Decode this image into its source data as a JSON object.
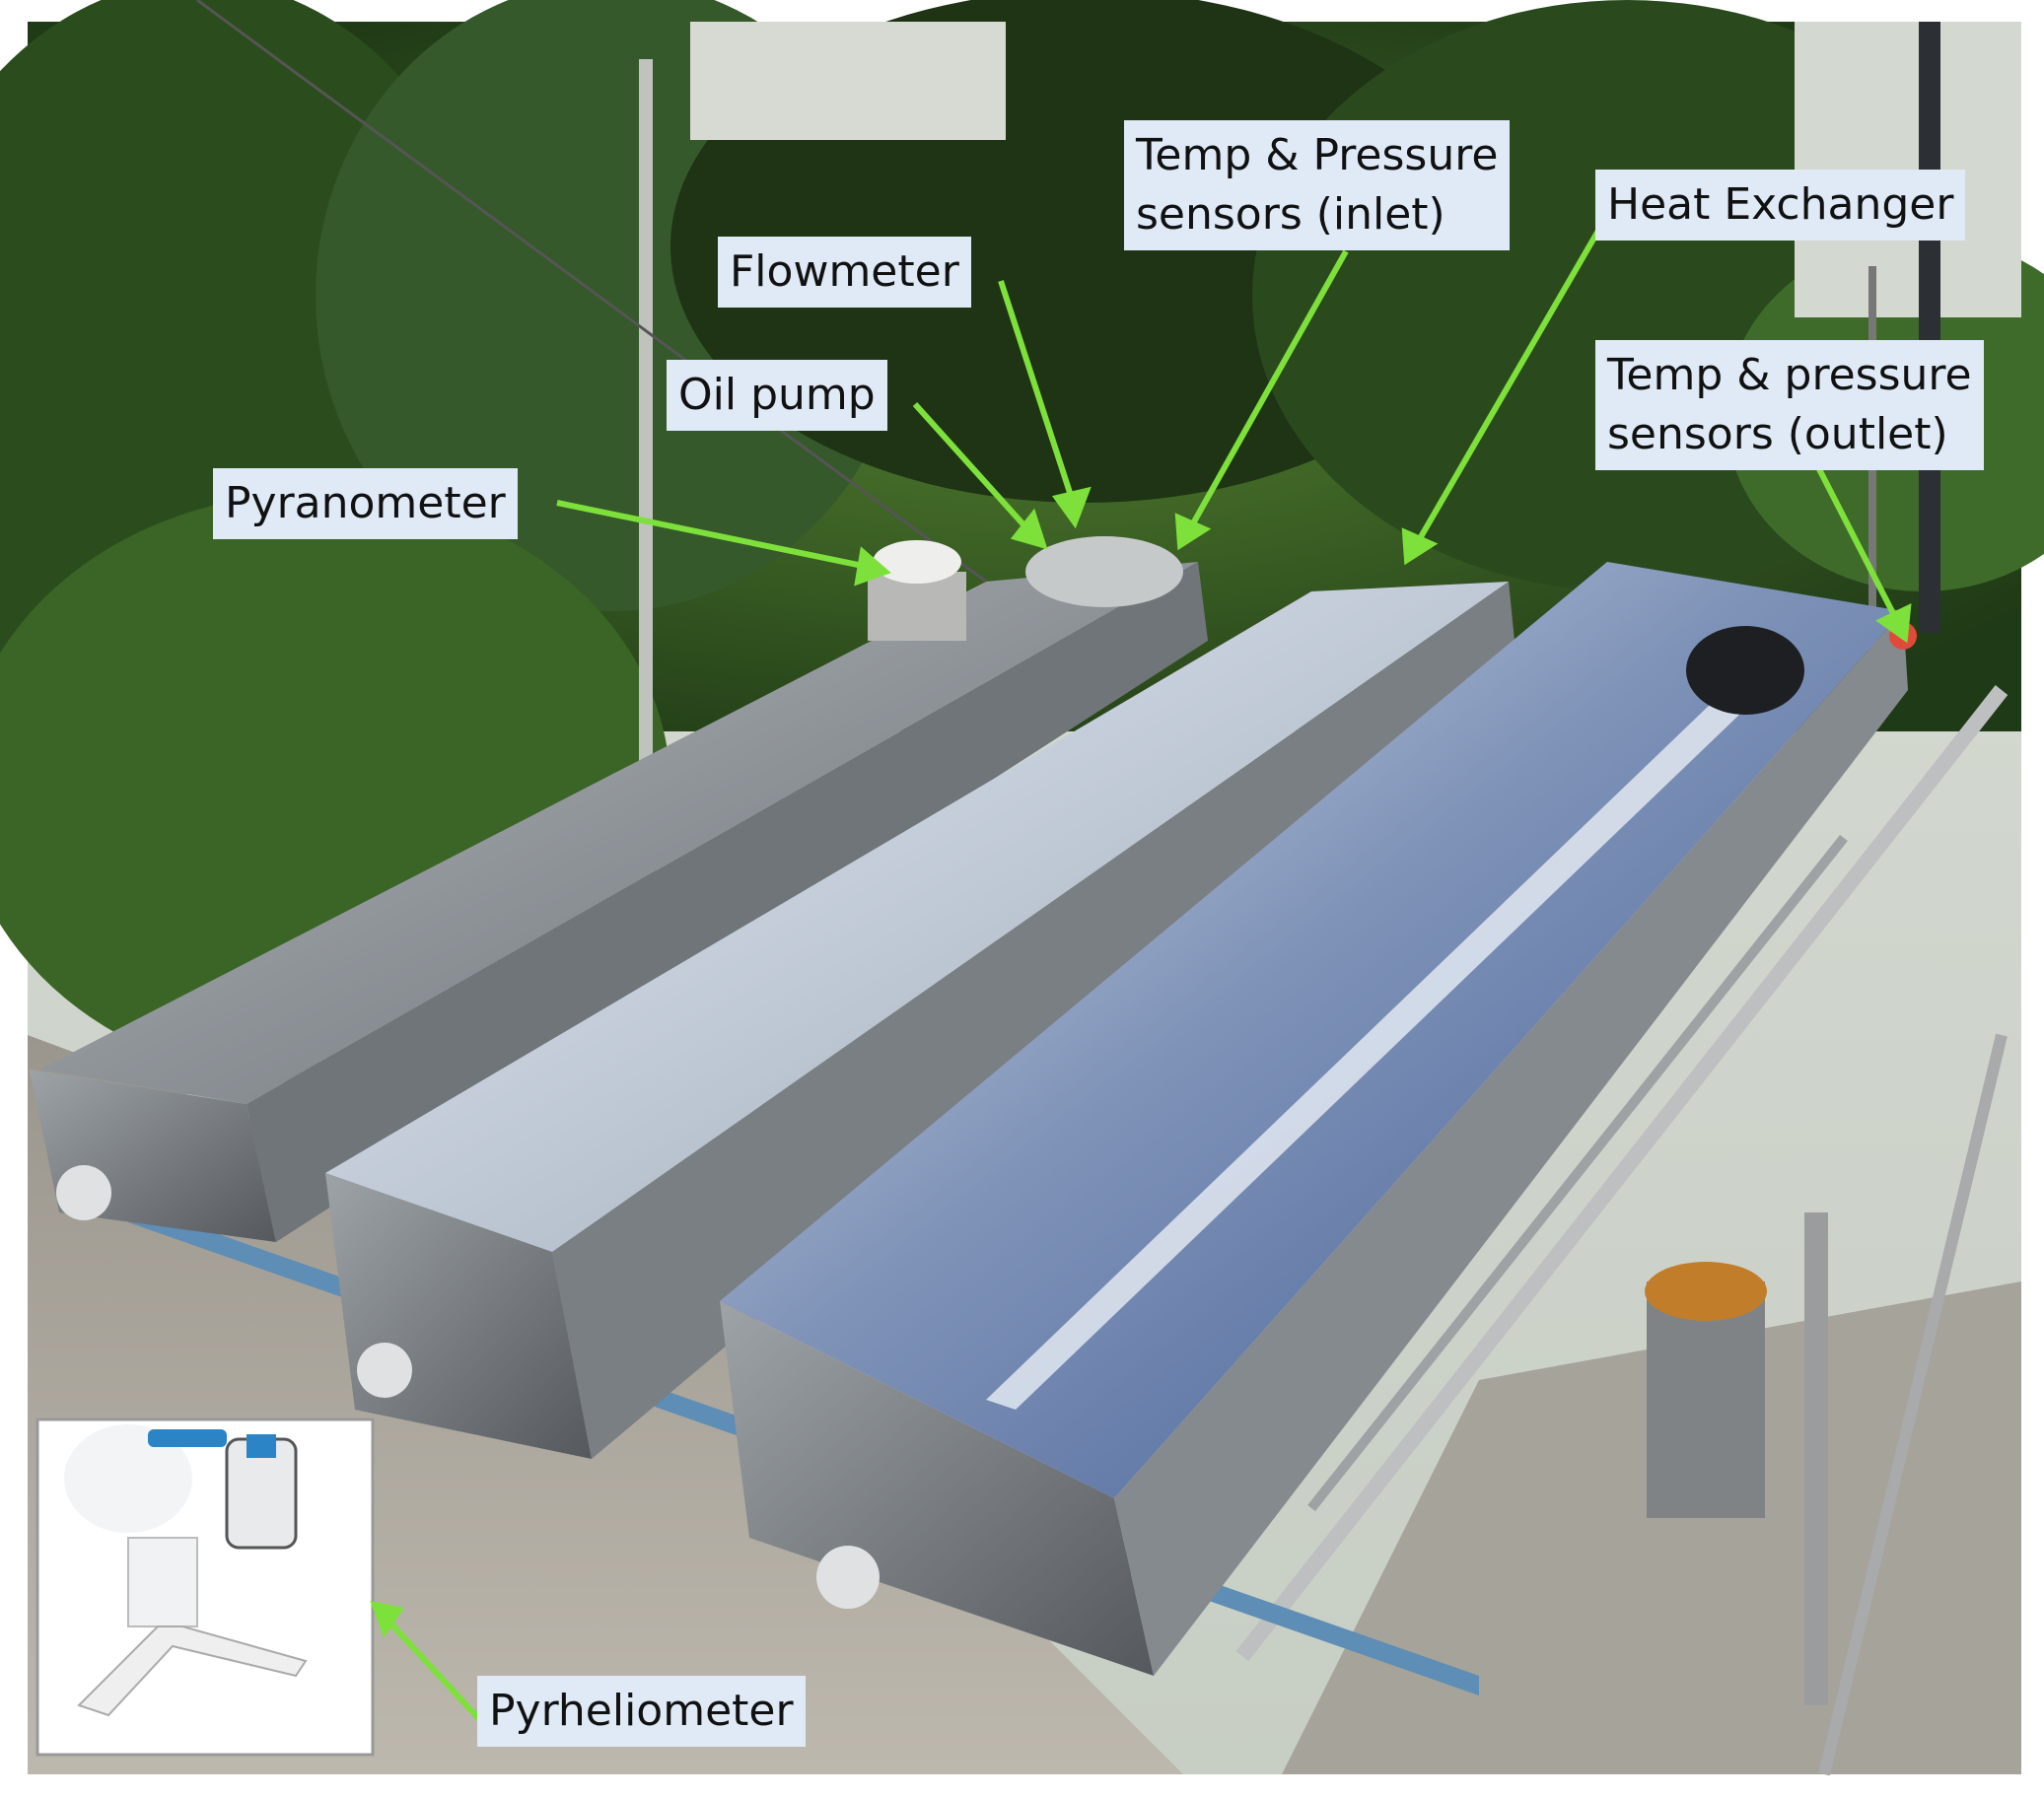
{
  "labels": {
    "flowmeter": "Flowmeter",
    "oil_pump": "Oil pump",
    "pyranometer": "Pyranometer",
    "temp_pressure_inlet_line1": "Temp & Pressure",
    "temp_pressure_inlet_line2": "sensors (inlet)",
    "heat_exchanger": "Heat Exchanger",
    "temp_pressure_outlet_line1": "Temp & pressure",
    "temp_pressure_outlet_line2": "sensors (outlet)",
    "pyrheliometer": "Pyrheliometer"
  },
  "colors": {
    "arrow": "#7ee03a",
    "label_bg": "#dfeaf6"
  }
}
